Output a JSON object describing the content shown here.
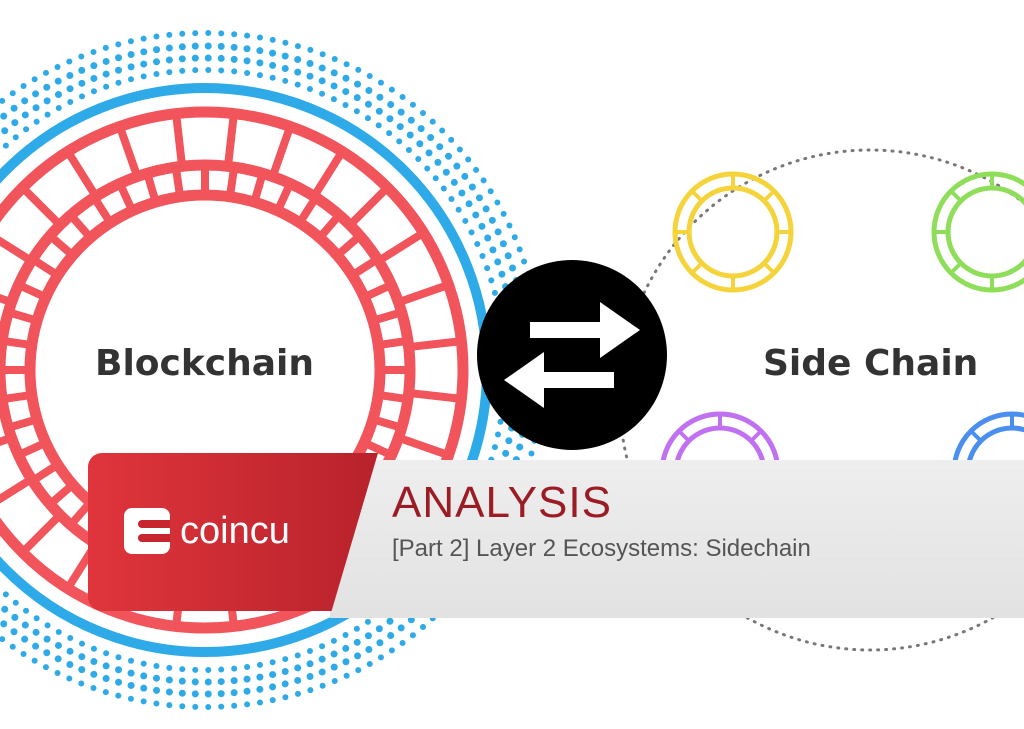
{
  "illustration": {
    "left_label": "Blockchain",
    "right_label": "Side Chain",
    "colors": {
      "red": "#f2545b",
      "blue": "#2eaae8",
      "yellow": "#f5d33a",
      "green": "#8ede5a",
      "purple": "#c070f0",
      "ring_blue": "#4a8ef0",
      "swap": "#000000"
    },
    "swap_icon": "swap-arrows-icon"
  },
  "banner": {
    "brand": "coincu",
    "category": "ANALYSIS",
    "title": "[Part 2] Layer 2 Ecosystems: Sidechain"
  }
}
